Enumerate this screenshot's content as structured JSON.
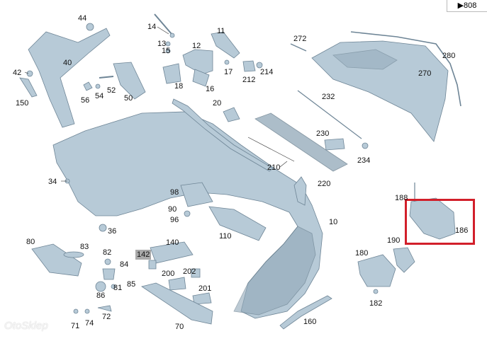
{
  "reference": "808",
  "reference_arrow": "▶",
  "watermark": "OtoSklep",
  "labels": {
    "p44": "44",
    "p14": "14",
    "p11": "11",
    "p272": "272",
    "p280": "280",
    "p13": "13",
    "p15": "15",
    "p12": "12",
    "p42": "42",
    "p40": "40",
    "p17": "17",
    "p212": "212",
    "p214": "214",
    "p270": "270",
    "p52": "52",
    "p18": "18",
    "p16": "16",
    "p56": "56",
    "p54": "54",
    "p50": "50",
    "p150": "150",
    "p232": "232",
    "p20": "20",
    "p230": "230",
    "p210": "210",
    "p234": "234",
    "p34": "34",
    "p220": "220",
    "p98": "98",
    "p188": "188",
    "p90": "90",
    "p10": "10",
    "p96": "96",
    "p186": "186",
    "p36": "36",
    "p110": "110",
    "p190": "190",
    "p80": "80",
    "p83": "83",
    "p140": "140",
    "p180": "180",
    "p82": "82",
    "p142": "142",
    "p84": "84",
    "p200": "200",
    "p202": "202",
    "p85": "85",
    "p81": "81",
    "p201": "201",
    "p86": "86",
    "p182": "182",
    "p72": "72",
    "p71": "71",
    "p74": "74",
    "p70": "70",
    "p160": "160"
  }
}
